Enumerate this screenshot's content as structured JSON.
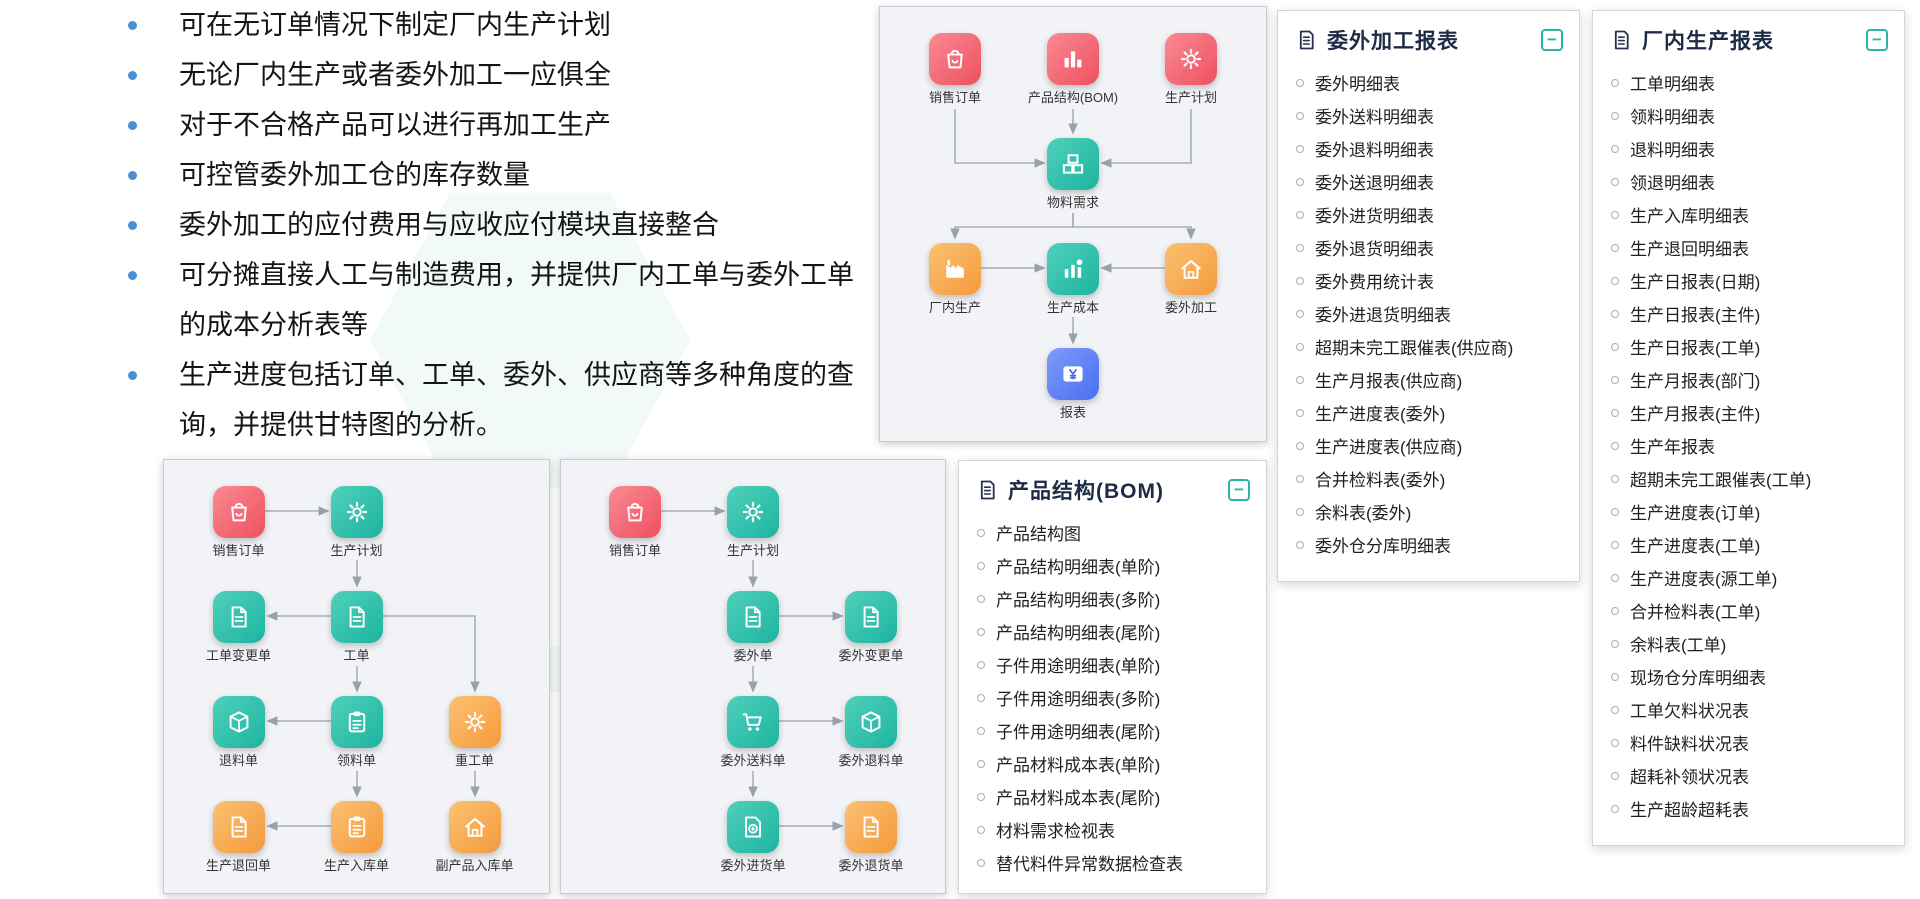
{
  "ui": {
    "collapse_glyph": "−"
  },
  "colors": {
    "red": "#ee5060",
    "teal": "#1db4a0",
    "orange": "#f49a3c",
    "blue": "#4a6ef0",
    "accent": "#2ab5a5",
    "bullet_blue": "#4a8fd4"
  },
  "feature_bullets": [
    "可在无订单情况下制定厂内生产计划",
    "无论厂内生产或者委外加工一应俱全",
    "对于不合格产品可以进行再加工生产",
    "可控管委外加工仓的库存数量",
    "委外加工的应付费用与应收应付模块直接整合",
    "可分摊直接人工与制造费用，并提供厂内工单与委外工单的成本分析表等",
    "生产进度包括订单、工单、委外、供应商等多种角度的查询，并提供甘特图的分析。"
  ],
  "overview_flow": {
    "nodes": [
      {
        "label": "销售订单",
        "color": "red",
        "icon": "bag-icon",
        "row": 1,
        "col": 1
      },
      {
        "label": "产品结构(BOM)",
        "color": "red",
        "icon": "bars-icon",
        "row": 1,
        "col": 2
      },
      {
        "label": "生产计划",
        "color": "red",
        "icon": "gear-icon",
        "row": 1,
        "col": 3
      },
      {
        "label": "物料需求",
        "color": "teal",
        "icon": "boxes-icon",
        "row": 2,
        "col": 2
      },
      {
        "label": "厂内生产",
        "color": "orange",
        "icon": "factory-icon",
        "row": 3,
        "col": 1
      },
      {
        "label": "生产成本",
        "color": "teal",
        "icon": "chart-icon",
        "row": 3,
        "col": 2
      },
      {
        "label": "委外加工",
        "color": "orange",
        "icon": "house-icon",
        "row": 3,
        "col": 3
      },
      {
        "label": "报表",
        "color": "blue",
        "icon": "yen-card-icon",
        "row": 4,
        "col": 2
      }
    ]
  },
  "factory_flow": {
    "nodes": [
      {
        "label": "销售订单",
        "color": "red",
        "icon": "bag-icon",
        "row": 1,
        "col": 1
      },
      {
        "label": "生产计划",
        "color": "teal",
        "icon": "gear-icon",
        "row": 1,
        "col": 2
      },
      {
        "label": "工单变更单",
        "color": "teal",
        "icon": "doc-icon",
        "row": 2,
        "col": 1
      },
      {
        "label": "工单",
        "color": "teal",
        "icon": "doc-icon",
        "row": 2,
        "col": 2
      },
      {
        "label": "退料单",
        "color": "teal",
        "icon": "box-icon",
        "row": 3,
        "col": 1
      },
      {
        "label": "领料单",
        "color": "teal",
        "icon": "clipboard-icon",
        "row": 3,
        "col": 2
      },
      {
        "label": "重工单",
        "color": "orange",
        "icon": "gear-icon",
        "row": 3,
        "col": 3
      },
      {
        "label": "生产退回单",
        "color": "orange",
        "icon": "doc-icon",
        "row": 4,
        "col": 1
      },
      {
        "label": "生产入库单",
        "color": "orange",
        "icon": "clipboard-icon",
        "row": 4,
        "col": 2
      },
      {
        "label": "副产品入库单",
        "color": "orange",
        "icon": "house-icon",
        "row": 4,
        "col": 3
      }
    ]
  },
  "outsource_flow": {
    "nodes": [
      {
        "label": "销售订单",
        "color": "red",
        "icon": "bag-icon",
        "row": 1,
        "col": 1
      },
      {
        "label": "生产计划",
        "color": "teal",
        "icon": "gear-icon",
        "row": 1,
        "col": 2
      },
      {
        "label": "委外单",
        "color": "teal",
        "icon": "doc-icon",
        "row": 2,
        "col": 2
      },
      {
        "label": "委外变更单",
        "color": "teal",
        "icon": "doc-icon",
        "row": 2,
        "col": 3
      },
      {
        "label": "委外送料单",
        "color": "teal",
        "icon": "cart-icon",
        "row": 3,
        "col": 2
      },
      {
        "label": "委外退料单",
        "color": "teal",
        "icon": "box-icon",
        "row": 3,
        "col": 3
      },
      {
        "label": "委外进货单",
        "color": "teal",
        "icon": "coin-doc-icon",
        "row": 4,
        "col": 2
      },
      {
        "label": "委外退货单",
        "color": "orange",
        "icon": "doc-icon",
        "row": 4,
        "col": 3
      }
    ]
  },
  "bom_panel": {
    "title": "产品结构(BOM)",
    "items": [
      "产品结构图",
      "产品结构明细表(单阶)",
      "产品结构明细表(多阶)",
      "产品结构明细表(尾阶)",
      "子件用途明细表(单阶)",
      "子件用途明细表(多阶)",
      "子件用途明细表(尾阶)",
      "产品材料成本表(单阶)",
      "产品材料成本表(尾阶)",
      "材料需求检视表",
      "替代料件异常数据检查表"
    ]
  },
  "outsource_reports_panel": {
    "title": "委外加工报表",
    "items": [
      "委外明细表",
      "委外送料明细表",
      "委外退料明细表",
      "委外送退明细表",
      "委外进货明细表",
      "委外退货明细表",
      "委外费用统计表",
      "委外进退货明细表",
      "超期未完工跟催表(供应商)",
      "生产月报表(供应商)",
      "生产进度表(委外)",
      "生产进度表(供应商)",
      "合并检料表(委外)",
      "余料表(委外)",
      "委外仓分库明细表"
    ]
  },
  "factory_reports_panel": {
    "title": "厂内生产报表",
    "items": [
      "工单明细表",
      "领料明细表",
      "退料明细表",
      "领退明细表",
      "生产入库明细表",
      "生产退回明细表",
      "生产日报表(日期)",
      "生产日报表(主件)",
      "生产日报表(工单)",
      "生产月报表(部门)",
      "生产月报表(主件)",
      "生产年报表",
      "超期未完工跟催表(工单)",
      "生产进度表(订单)",
      "生产进度表(工单)",
      "生产进度表(源工单)",
      "合并检料表(工单)",
      "余料表(工单)",
      "现场仓分库明细表",
      "工单欠料状况表",
      "料件缺料状况表",
      "超耗补领状况表",
      "生产超龄超耗表"
    ]
  }
}
